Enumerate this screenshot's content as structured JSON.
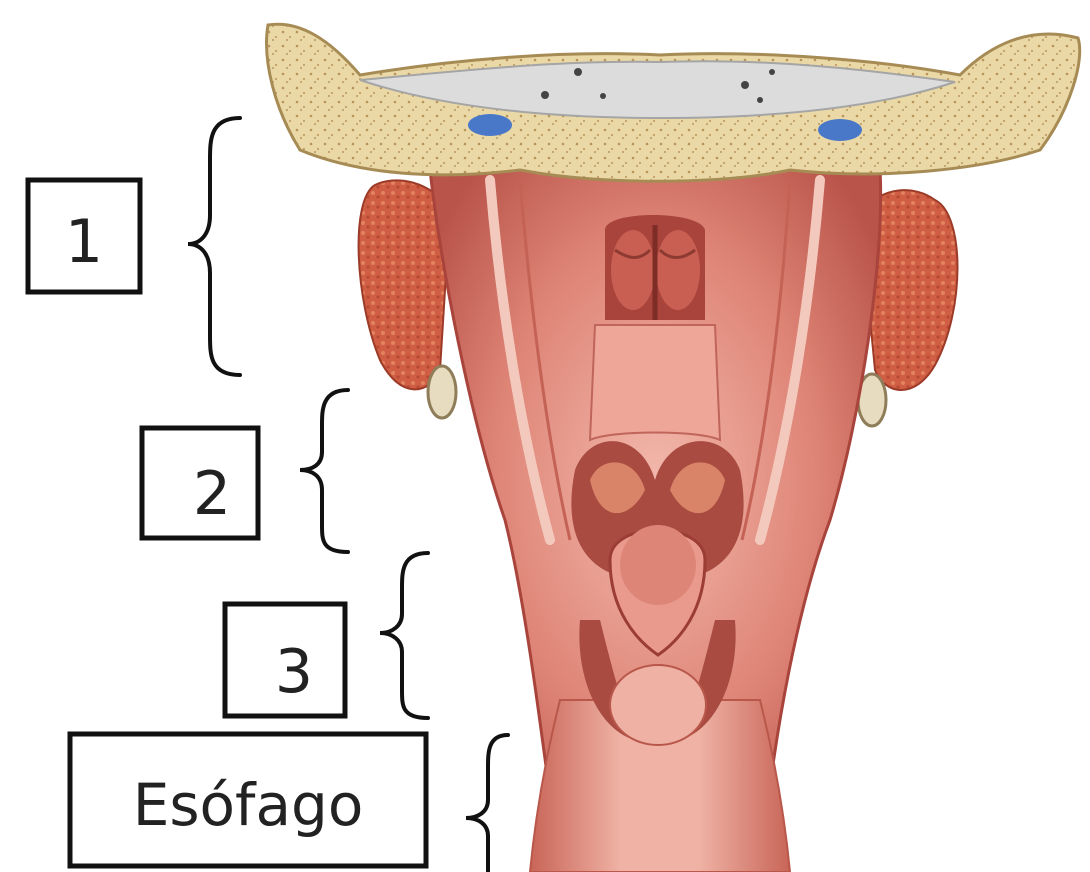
{
  "labels": {
    "label1": "1",
    "label2": "2",
    "label3": "3",
    "label4": "Esófago"
  },
  "colors": {
    "bone": "#ead9a6",
    "bone_dots": "#b8935a",
    "tissue": "#d9776b",
    "tissue_light": "#efb3a6",
    "tissue_dark": "#a8443c",
    "gland": "#c9583e",
    "box_stroke": "#111111"
  }
}
